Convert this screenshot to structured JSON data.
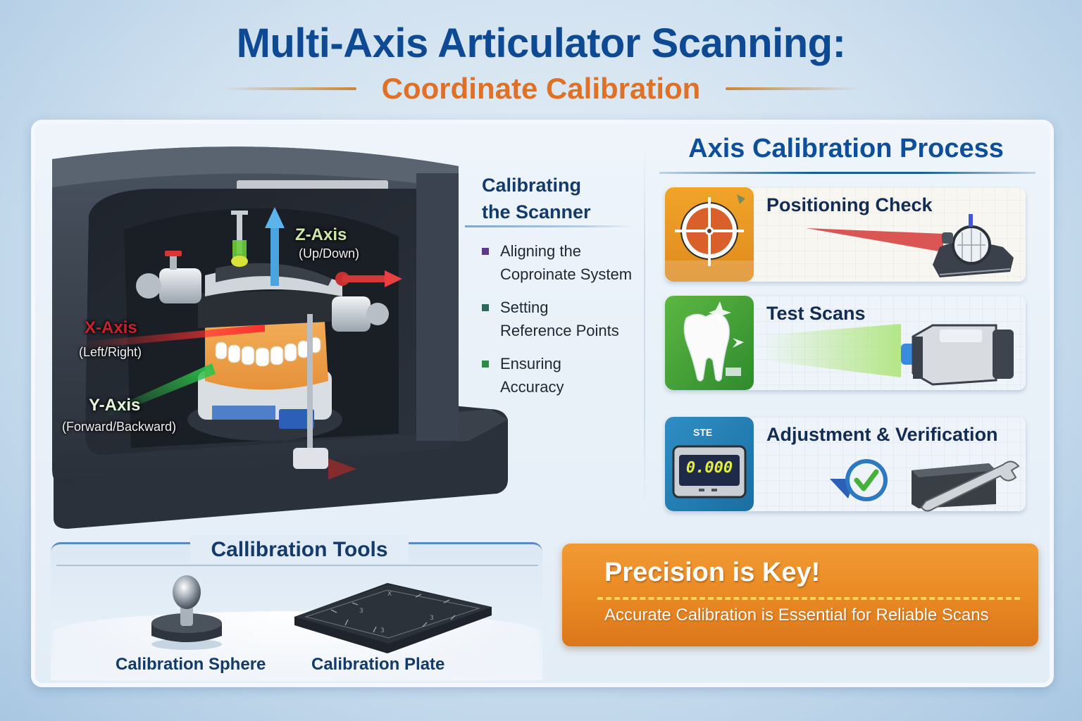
{
  "header": {
    "title": "Multi-Axis Articulator Scanning:",
    "subtitle": "Coordinate Calibration"
  },
  "scanner": {
    "axes": [
      {
        "label": "Z-Axis",
        "direction": "(Up/Down)",
        "color": "#cfe8a8",
        "arrow_color": "#3b9be0"
      },
      {
        "label": "X-Axis",
        "direction": "(Left/Right)",
        "color": "#c8232b",
        "arrow_color": "#e02c2c"
      },
      {
        "label": "Y-Axis",
        "direction": "(Forward/Backward)",
        "color": "#e8f3dc",
        "arrow_color": "#1f9a3a"
      }
    ]
  },
  "calibrating": {
    "heading_line1": "Calibrating",
    "heading_line2": "the Scanner",
    "bullets": [
      {
        "line1": "Aligning the",
        "line2": "Coproinate System",
        "color": "#5b3a8e"
      },
      {
        "line1": "Setting",
        "line2": "Reference Points",
        "color": "#2e6a58"
      },
      {
        "line1": "Ensuring",
        "line2": "Accuracy",
        "color": "#2f8a4a"
      }
    ]
  },
  "process": {
    "title": "Axis Calibration Process",
    "steps": [
      {
        "label": "Positioning Check",
        "icon": "crosshair-target-icon",
        "icon_color": "#e89a22"
      },
      {
        "label": "Test Scans",
        "icon": "tooth-icon",
        "icon_color": "#49a33a"
      },
      {
        "label": "Adjustment & Verification",
        "icon": "digital-gauge-icon",
        "icon_color": "#2a86b8",
        "gauge_label": "STE",
        "gauge_value": "0.000"
      }
    ]
  },
  "tools": {
    "title": "Callibration Tools",
    "items": [
      {
        "label": "Calibration Sphere",
        "icon": "calibration-sphere-icon"
      },
      {
        "label": "Calibration Plate",
        "icon": "calibration-plate-icon"
      }
    ]
  },
  "callout": {
    "title": "Precision is Key!",
    "subtitle": "Accurate Calibration is Essential for Reliable Scans",
    "color": "#e98a24"
  }
}
